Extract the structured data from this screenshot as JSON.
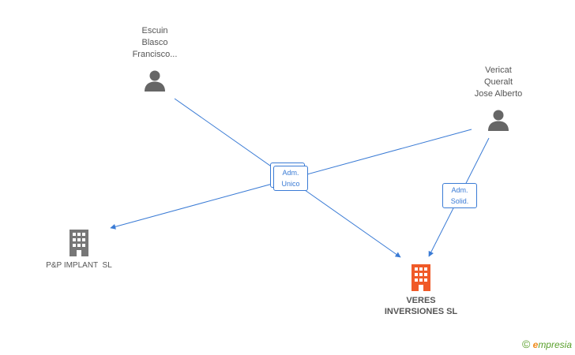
{
  "people": [
    {
      "id": "escuin",
      "lines": [
        "Escuin",
        "Blasco",
        "Francisco..."
      ]
    },
    {
      "id": "vericat",
      "lines": [
        "Vericat",
        "Queralt",
        "Jose Alberto"
      ]
    }
  ],
  "companies": [
    {
      "id": "pp",
      "name": "P&P IMPLANT  SL"
    },
    {
      "id": "veres",
      "lines": [
        "VERES",
        "INVERSIONES SL"
      ]
    }
  ],
  "roles": [
    {
      "id": "adm-unico",
      "lines": [
        "Adm.",
        "Unico"
      ]
    },
    {
      "id": "adm-solid",
      "lines": [
        "Adm.",
        "Solid."
      ]
    }
  ],
  "colors": {
    "link": "#3a7bd5",
    "person_icon": "#666666",
    "company_icon": "#777777",
    "main_company_icon": "#f05a28"
  },
  "brand": {
    "copyright": "©",
    "first": "e",
    "rest": "mpresia"
  }
}
